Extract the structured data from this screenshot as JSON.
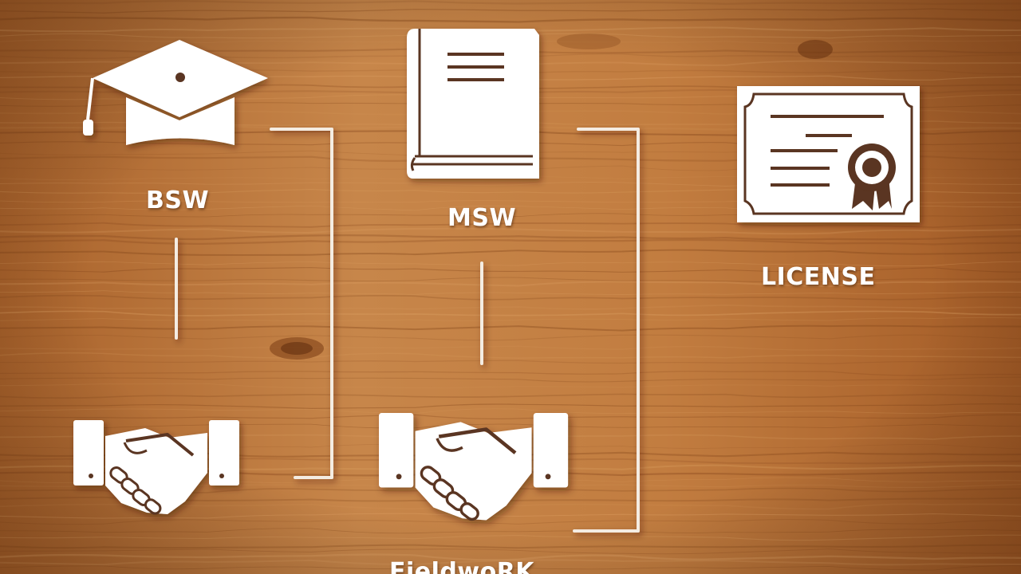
{
  "colors": {
    "wood_light": "#c98a4c",
    "wood_mid": "#b06a30",
    "wood_dark": "#8e4e1f",
    "icon_fill": "#ffffff",
    "icon_ink": "#5a3420",
    "connector": "#f4ece2"
  },
  "labels": {
    "bsw": "BSW",
    "msw": "MSW",
    "license": "LICENSE",
    "fieldwork": "FieldwoRK"
  },
  "icons": {
    "bsw": "graduation-cap-icon",
    "msw": "book-icon",
    "license": "certificate-icon",
    "fieldwork_1": "handshake-icon",
    "fieldwork_2": "handshake-icon"
  }
}
